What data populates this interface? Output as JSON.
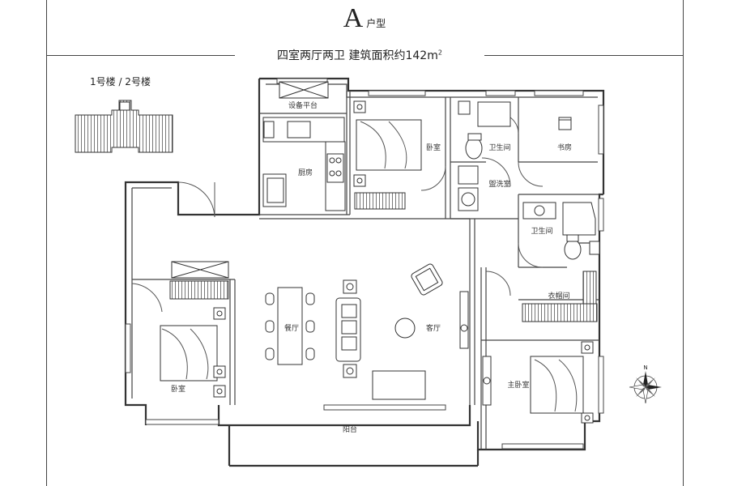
{
  "header": {
    "unit_letter": "A",
    "unit_suffix": "户型"
  },
  "summary": {
    "text": "四室两厅两卫  建筑面积约142m",
    "sup": "2"
  },
  "key_plan": {
    "label": "1号楼 / 2号楼"
  },
  "rooms": {
    "equipment_platform": "设备平台",
    "kitchen": "厨房",
    "bedroom_north": "卧室",
    "bathroom_1": "卫生间",
    "wash_room": "盥洗室",
    "study": "书房",
    "bathroom_2": "卫生间",
    "walk_in_closet": "衣帽间",
    "dining": "餐厅",
    "living": "客厅",
    "bedroom_west": "卧室",
    "master_bedroom": "主卧室",
    "balcony": "阳台"
  },
  "compass": {
    "north": "N"
  },
  "colors": {
    "wall": "#333333",
    "hatch": "#555555",
    "line": "#444444"
  }
}
